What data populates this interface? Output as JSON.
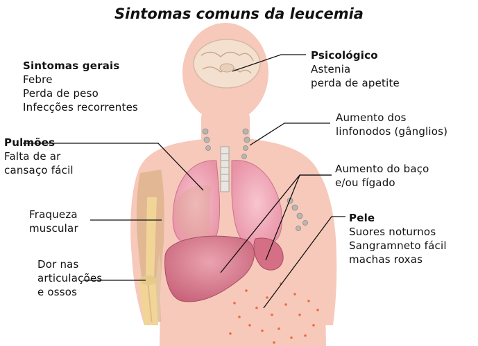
{
  "title": "Sintomas comuns da leucemia",
  "groups": {
    "general": {
      "heading": "Sintomas gerais",
      "items": [
        "Febre",
        "Perda de peso",
        "Infecções recorrentes"
      ]
    },
    "lungs": {
      "heading": "Pulmões",
      "items": [
        "Falta de ar",
        "cansaço fácil"
      ]
    },
    "muscle": {
      "items": [
        "Fraqueza",
        "muscular"
      ]
    },
    "joints": {
      "items": [
        "Dor nas",
        "articulações",
        "e ossos"
      ]
    },
    "psych": {
      "heading": "Psicológico",
      "items": [
        "Astenia",
        "perda de apetite"
      ]
    },
    "lymph": {
      "items": [
        "Aumento dos",
        "linfonodos (gânglios)"
      ]
    },
    "spleen": {
      "items": [
        "Aumento do baço",
        "e/ou fígado"
      ]
    },
    "skin": {
      "heading": "Pele",
      "items": [
        "Suores noturnos",
        "Sangramneto fácil",
        "machas roxas"
      ]
    }
  },
  "colors": {
    "skin": "#f6c9bb",
    "skin_edge": "#f0b9a8",
    "brain": "#f3e0cf",
    "lung": "#f2a6b6",
    "liver": "#d9788c",
    "muscle": "#d9b186",
    "bone": "#f1d596",
    "spots": "#ef6a3c",
    "lines": "#111111"
  }
}
